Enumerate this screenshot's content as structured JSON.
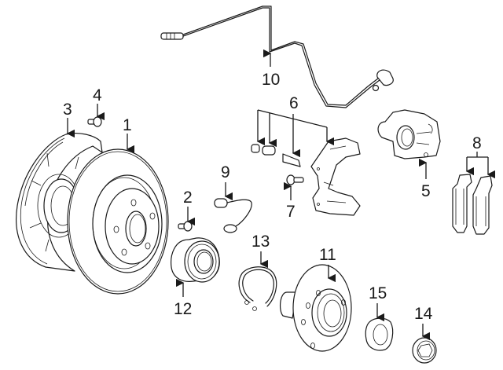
{
  "diagram": {
    "type": "exploded-parts-diagram",
    "subject": "rear brake disc, caliper and wheel hub assembly",
    "line_color": "#1a1a1a",
    "background": "#ffffff",
    "callouts": [
      {
        "id": "1",
        "label": "1",
        "part": "brake-rotor"
      },
      {
        "id": "2",
        "label": "2",
        "part": "rotor-screw"
      },
      {
        "id": "3",
        "label": "3",
        "part": "splash-shield"
      },
      {
        "id": "4",
        "label": "4",
        "part": "shield-bolt"
      },
      {
        "id": "5",
        "label": "5",
        "part": "brake-caliper"
      },
      {
        "id": "6",
        "label": "6",
        "part": "caliper-bracket-and-guide-pins"
      },
      {
        "id": "7",
        "label": "7",
        "part": "bracket-bolt"
      },
      {
        "id": "8",
        "label": "8",
        "part": "brake-pads"
      },
      {
        "id": "9",
        "label": "9",
        "part": "pad-wear-sensor"
      },
      {
        "id": "10",
        "label": "10",
        "part": "abs-speed-sensor-cable"
      },
      {
        "id": "11",
        "label": "11",
        "part": "wheel-hub"
      },
      {
        "id": "12",
        "label": "12",
        "part": "wheel-bearing"
      },
      {
        "id": "13",
        "label": "13",
        "part": "snap-ring"
      },
      {
        "id": "14",
        "label": "14",
        "part": "axle-nut"
      },
      {
        "id": "15",
        "label": "15",
        "part": "collar-nut"
      }
    ]
  }
}
